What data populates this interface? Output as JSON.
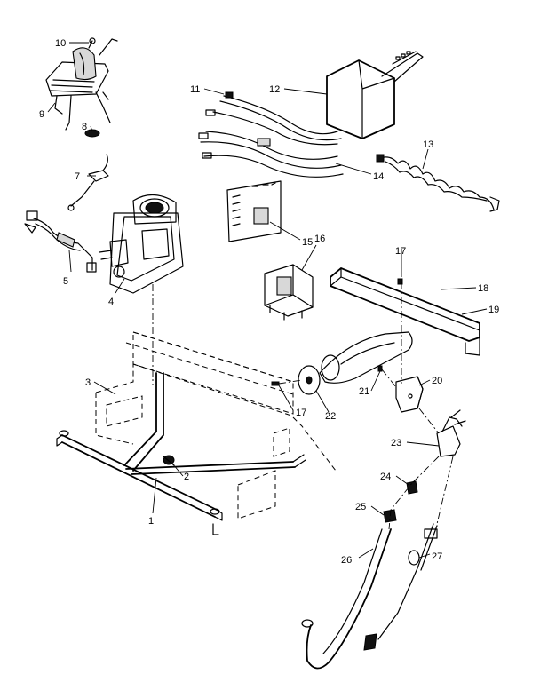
{
  "callouts": [
    {
      "id": "c1",
      "text": "1"
    },
    {
      "id": "c2",
      "text": "2"
    },
    {
      "id": "c3",
      "text": "3"
    },
    {
      "id": "c4",
      "text": "4"
    },
    {
      "id": "c5",
      "text": "5"
    },
    {
      "id": "c7",
      "text": "7"
    },
    {
      "id": "c8",
      "text": "8"
    },
    {
      "id": "c9",
      "text": "9"
    },
    {
      "id": "c10",
      "text": "10"
    },
    {
      "id": "c11",
      "text": "11"
    },
    {
      "id": "c12",
      "text": "12"
    },
    {
      "id": "c13",
      "text": "13"
    },
    {
      "id": "c14",
      "text": "14"
    },
    {
      "id": "c15",
      "text": "15"
    },
    {
      "id": "c16",
      "text": "16"
    },
    {
      "id": "c17a",
      "text": "17"
    },
    {
      "id": "c17b",
      "text": "17"
    },
    {
      "id": "c18",
      "text": "18"
    },
    {
      "id": "c19",
      "text": "19"
    },
    {
      "id": "c20",
      "text": "20"
    },
    {
      "id": "c21",
      "text": "21"
    },
    {
      "id": "c22",
      "text": "22"
    },
    {
      "id": "c23",
      "text": "23"
    },
    {
      "id": "c24",
      "text": "24"
    },
    {
      "id": "c25",
      "text": "25"
    },
    {
      "id": "c26",
      "text": "26"
    },
    {
      "id": "c27",
      "text": "27"
    }
  ]
}
